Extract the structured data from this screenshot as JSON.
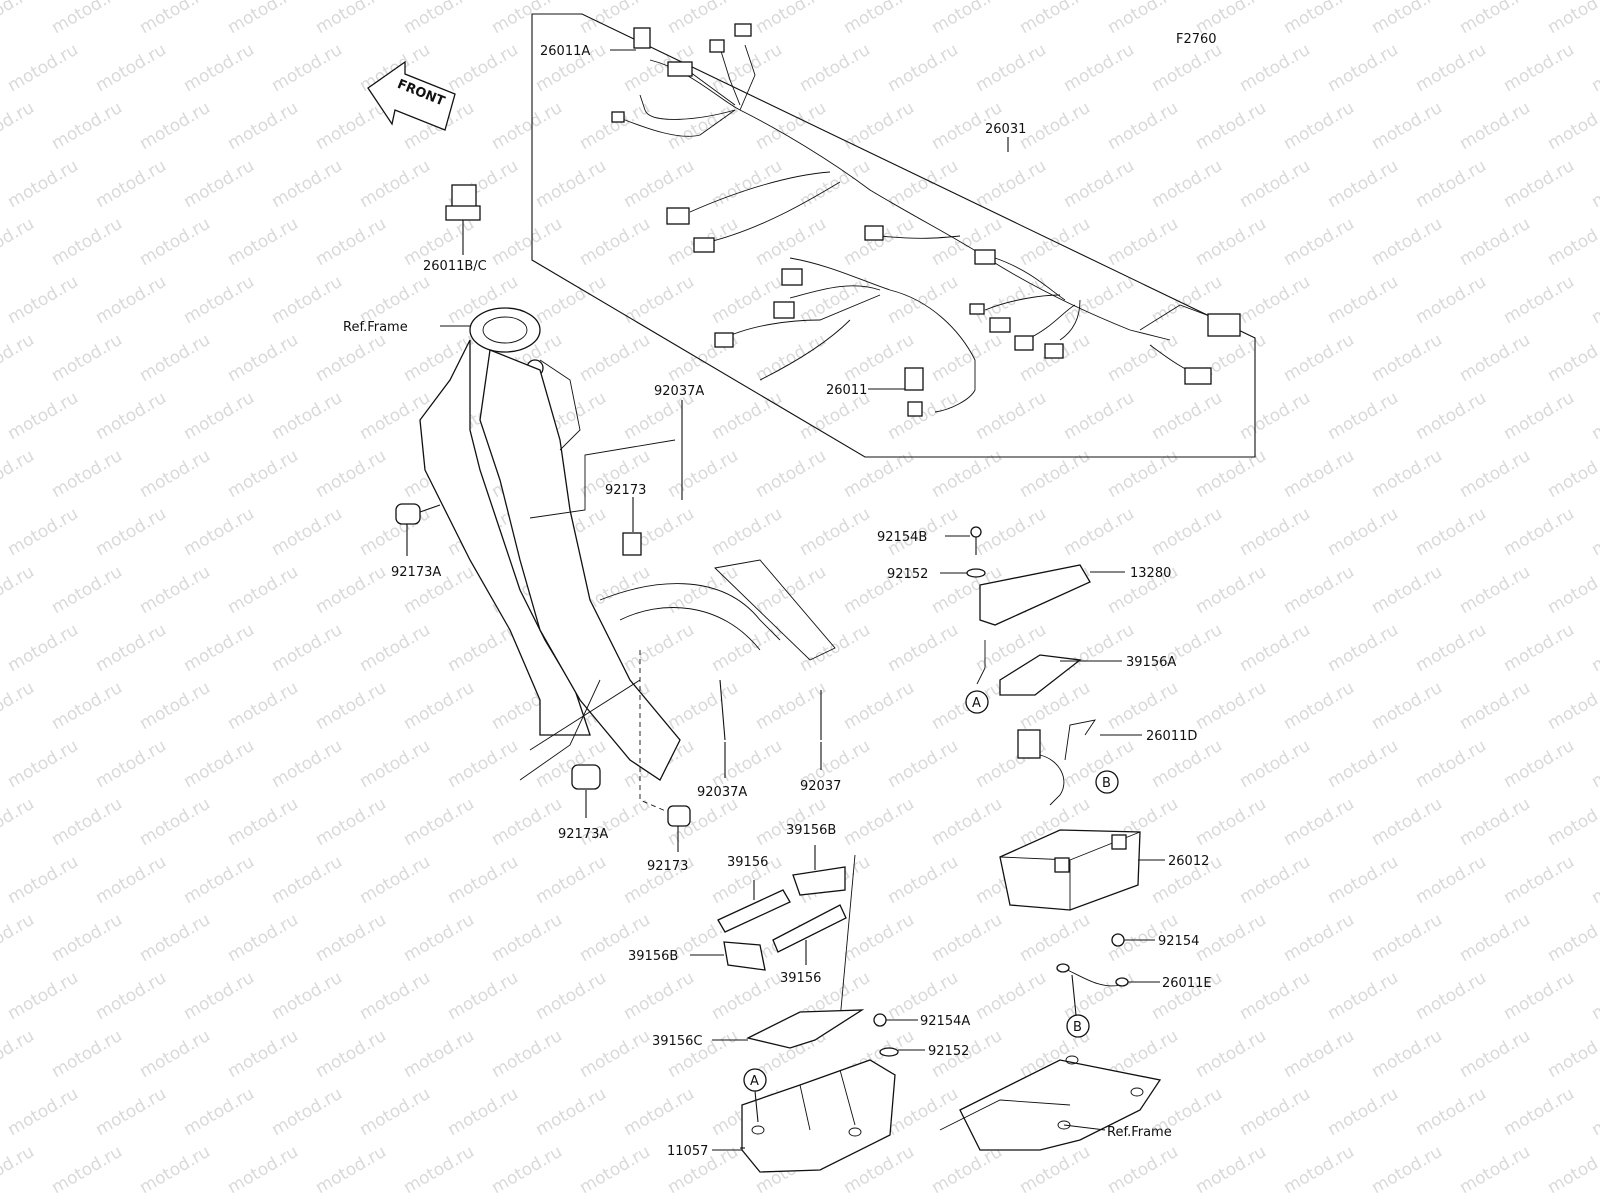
{
  "figure_code": "F2760",
  "watermark": "motod.ru",
  "front_arrow": {
    "text": "FRONT",
    "icon": "front-arrow-icon"
  },
  "callouts": {
    "c26011A": "26011A",
    "c26031": "26031",
    "c26011BC": "26011B/C",
    "refFrameTop": "Ref.Frame",
    "c92037A_top": "92037A",
    "c92173_top": "92173",
    "c92173A_left": "92173A",
    "c26011": "26011",
    "c92154B": "92154B",
    "c92152_top": "92152",
    "c13280": "13280",
    "c39156A": "39156A",
    "markerA_right": "A",
    "c26011D": "26011D",
    "markerB_top": "B",
    "c26012": "26012",
    "c92037A_bottom": "92037A",
    "c92037": "92037",
    "c92173A_bottom": "92173A",
    "c92173_bottom": "92173",
    "c39156B_top": "39156B",
    "c39156_top": "39156",
    "c39156B_left": "39156B",
    "c39156_bottom": "39156",
    "c92154": "92154",
    "c26011E": "26011E",
    "markerB_bottom": "B",
    "c92154A": "92154A",
    "c39156C": "39156C",
    "c92152_bottom": "92152",
    "markerA_bottom": "A",
    "c11057": "11057",
    "refFrameBottom": "Ref.Frame"
  }
}
